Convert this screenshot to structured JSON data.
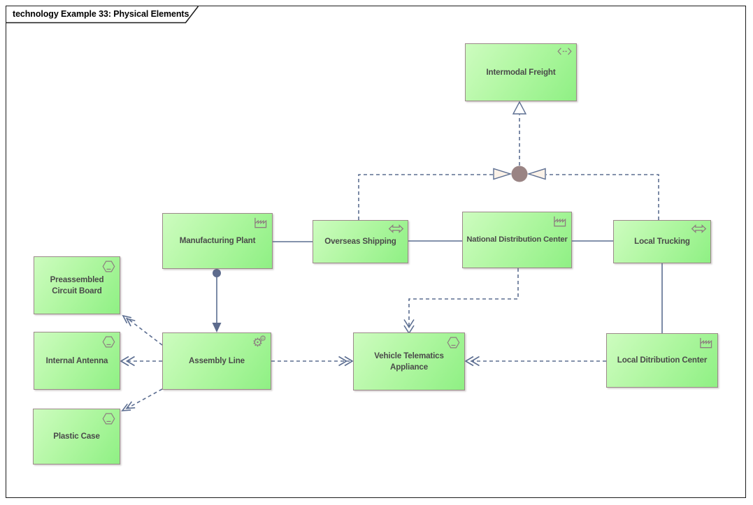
{
  "frame": {
    "title": "technology Example 33: Physical Elements"
  },
  "nodes": [
    {
      "id": "intermodal-freight",
      "label": "Intermodal Freight",
      "icon": "path-icon"
    },
    {
      "id": "manufacturing-plant",
      "label": "Manufacturing Plant",
      "icon": "facility-icon"
    },
    {
      "id": "overseas-shipping",
      "label": "Overseas Shipping",
      "icon": "distribution-network-icon"
    },
    {
      "id": "national-distribution-center",
      "label": "National Distribution Center",
      "icon": "facility-icon"
    },
    {
      "id": "local-trucking",
      "label": "Local Trucking",
      "icon": "distribution-network-icon"
    },
    {
      "id": "preassembled-circuit-board",
      "label": "Preassembled Circuit Board",
      "icon": "material-icon"
    },
    {
      "id": "internal-antenna",
      "label": "Internal Antenna",
      "icon": "material-icon"
    },
    {
      "id": "assembly-line",
      "label": "Assembly Line",
      "icon": "equipment-icon"
    },
    {
      "id": "vehicle-telematics-appliance",
      "label": "Vehicle Telematics Appliance",
      "icon": "material-icon"
    },
    {
      "id": "local-ditribution-center",
      "label": "Local Ditribution Center",
      "icon": "facility-icon"
    },
    {
      "id": "plastic-case",
      "label": "Plastic Case",
      "icon": "material-icon"
    }
  ],
  "connectors": [
    {
      "from": "Manufacturing Plant",
      "to": "Overseas Shipping",
      "type": "association"
    },
    {
      "from": "Overseas Shipping",
      "to": "National Distribution Center",
      "type": "association"
    },
    {
      "from": "National Distribution Center",
      "to": "Local Trucking",
      "type": "association"
    },
    {
      "from": "Local Trucking",
      "to": "Local Ditribution Center",
      "type": "association"
    },
    {
      "from": "Manufacturing Plant",
      "to": "Assembly Line",
      "type": "assignment"
    },
    {
      "from": "Overseas Shipping",
      "to": "and-junction",
      "type": "realization"
    },
    {
      "from": "Local Trucking",
      "to": "and-junction",
      "type": "realization"
    },
    {
      "from": "and-junction",
      "to": "Intermodal Freight",
      "type": "realization"
    },
    {
      "from": "National Distribution Center",
      "to": "Vehicle Telematics Appliance",
      "type": "access"
    },
    {
      "from": "Assembly Line",
      "to": "Vehicle Telematics Appliance",
      "type": "access"
    },
    {
      "from": "Local Ditribution Center",
      "to": "Vehicle Telematics Appliance",
      "type": "access"
    },
    {
      "from": "Assembly Line",
      "to": "Preassembled Circuit Board",
      "type": "access"
    },
    {
      "from": "Assembly Line",
      "to": "Internal Antenna",
      "type": "access"
    },
    {
      "from": "Assembly Line",
      "to": "Plastic Case",
      "type": "access"
    }
  ],
  "junction": {
    "id": "and-junction",
    "shape": "filled-circle"
  },
  "colors": {
    "node_fill_light": "#cdfcbf",
    "node_fill_dark": "#8ff084",
    "node_border": "#9c8a8a",
    "node_text": "#4a4a4a",
    "connector": "#5c6e91",
    "junction_fill": "#9a8484",
    "realization_arrow_fill": "#fbf2e8",
    "frame_border": "#1c1c1c"
  }
}
